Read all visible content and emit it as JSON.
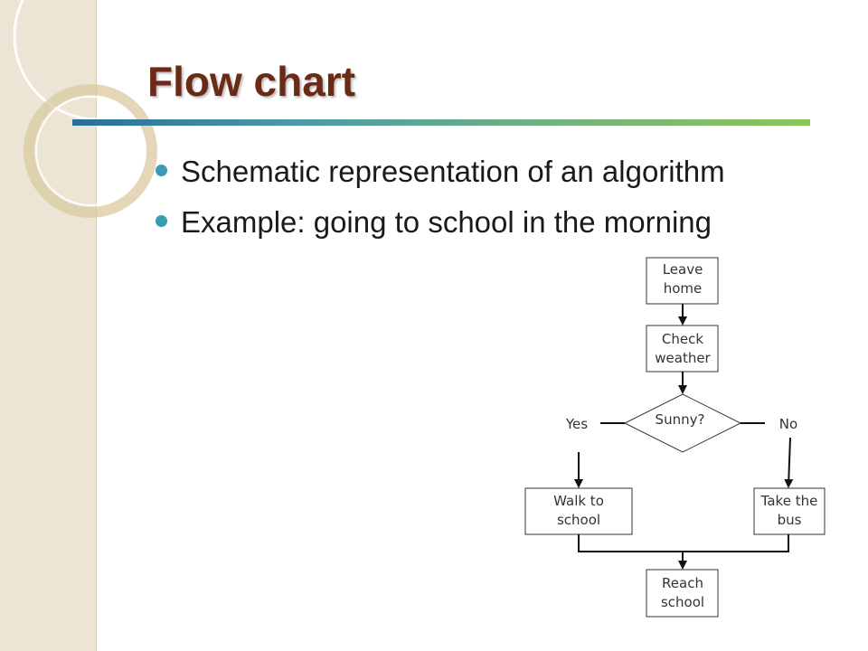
{
  "slide": {
    "title": "Flow chart",
    "bullets": [
      "Schematic representation of an algorithm",
      "Example:  going to school in the morning"
    ]
  },
  "flowchart": {
    "nodes": {
      "leave_home": [
        "Leave",
        "home"
      ],
      "check_weather": [
        "Check",
        "weather"
      ],
      "decision": "Sunny?",
      "walk": [
        "Walk to",
        "school"
      ],
      "bus": [
        "Take the",
        "bus"
      ],
      "reach": [
        "Reach",
        "school"
      ]
    },
    "branch_labels": {
      "yes": "Yes",
      "no": "No"
    }
  },
  "colors": {
    "title": "#6b2a16",
    "bullet": "#3b9bb3",
    "side_band": "#ece5d6"
  }
}
